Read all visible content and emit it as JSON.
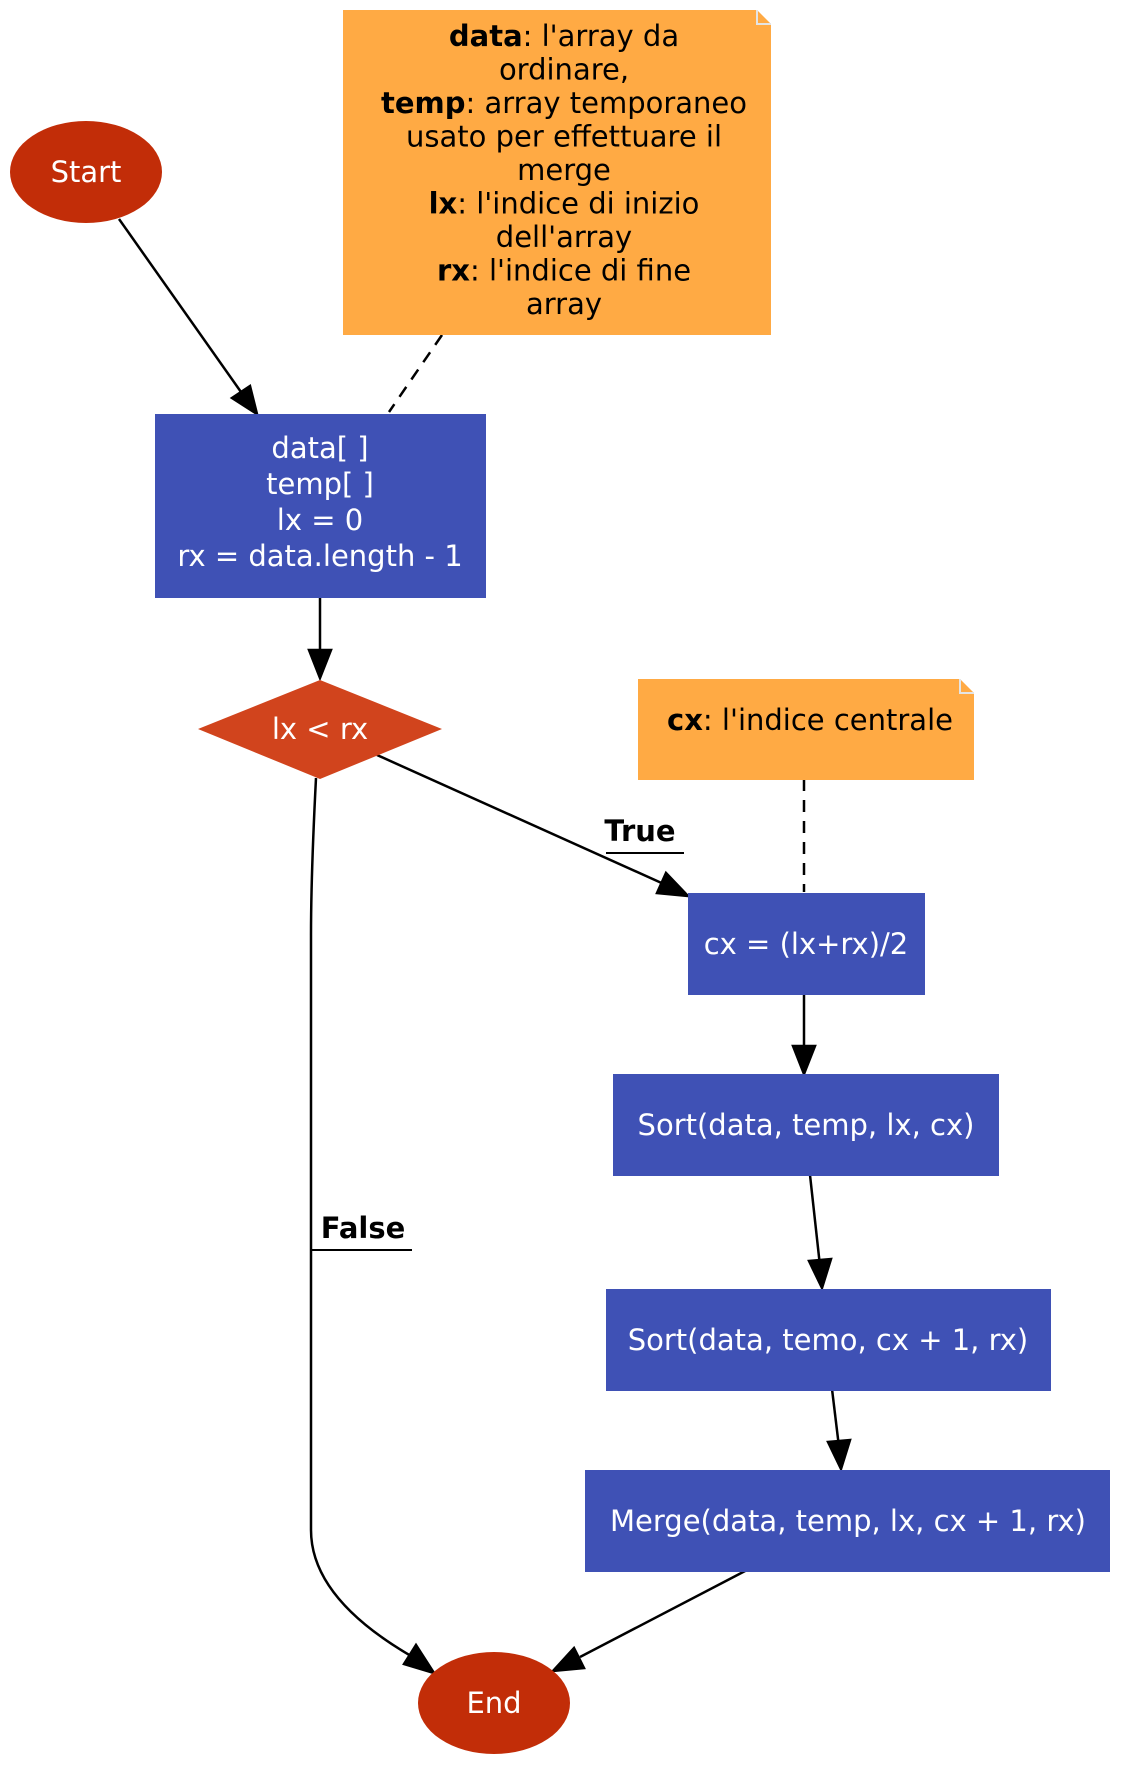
{
  "colors": {
    "terminal": "#c22d08",
    "process": "#3f51b5",
    "decision": "#d1441d",
    "note": "#ffaa44",
    "note_fold": "#e4e4e4",
    "edge": "#000000"
  },
  "nodes": {
    "start": {
      "label": "Start"
    },
    "end": {
      "label": "End"
    },
    "init": {
      "lines": [
        "data[ ]",
        "temp[ ]",
        "lx = 0",
        "rx = data.length - 1"
      ]
    },
    "decision": {
      "label": "lx < rx"
    },
    "compute_cx": {
      "label": "cx = (lx+rx)/2"
    },
    "sort_left": {
      "label": "Sort(data, temp, lx, cx)"
    },
    "sort_right": {
      "label": "Sort(data, temo, cx + 1, rx)"
    },
    "merge": {
      "label": "Merge(data, temp, lx, cx + 1, rx)"
    }
  },
  "notes": {
    "params": {
      "lines": [
        {
          "bold": "data",
          "text": ": l'array da"
        },
        {
          "bold": "",
          "text": "ordinare,"
        },
        {
          "bold": "temp",
          "text": ": array temporaneo"
        },
        {
          "bold": "",
          "text": "usato per effettuare il"
        },
        {
          "bold": "",
          "text": "merge"
        },
        {
          "bold": "lx",
          "text": ": l'indice di inizio"
        },
        {
          "bold": "",
          "text": "dell'array"
        },
        {
          "bold": "rx",
          "text": ": l'indice di fine"
        },
        {
          "bold": "",
          "text": "array"
        }
      ]
    },
    "cx": {
      "lines": [
        {
          "bold": "cx",
          "text": ": l'indice centrale"
        }
      ]
    }
  },
  "edges": {
    "true_label": "True",
    "false_label": "False"
  }
}
